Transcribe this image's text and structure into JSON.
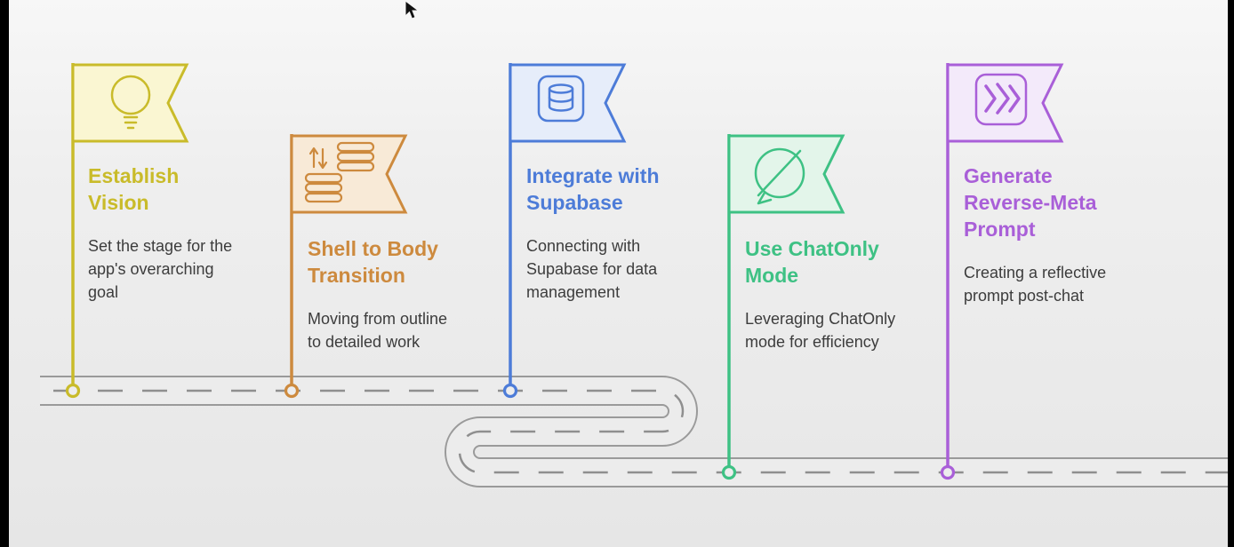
{
  "page": {
    "type": "roadmap-infographic",
    "background": "#ededed"
  },
  "milestones": [
    {
      "title": "Establish\nVision",
      "description": "Set the stage for the\napp's overarching\ngoal",
      "color": "#c9bb2a",
      "flag_fill": "#faf6d2",
      "icon": "lightbulb-icon"
    },
    {
      "title": "Shell to Body\nTransition",
      "description": "Moving from outline\nto detailed work",
      "color": "#cd8a3e",
      "flag_fill": "#f8ead7",
      "icon": "data-transfer-icon"
    },
    {
      "title": "Integrate with\nSupabase",
      "description": "Connecting with\nSupabase for data\nmanagement",
      "color": "#4d7cd8",
      "flag_fill": "#e6edfa",
      "icon": "database-icon"
    },
    {
      "title": "Use ChatOnly\nMode",
      "description": "Leveraging ChatOnly\nmode for efficiency",
      "color": "#3ec184",
      "flag_fill": "#e3f5ea",
      "icon": "chat-disabled-icon"
    },
    {
      "title": "Generate\nReverse-Meta\nPrompt",
      "description": "Creating a reflective\nprompt post-chat",
      "color": "#a95fd8",
      "flag_fill": "#f3eafa",
      "icon": "layered-panels-icon"
    }
  ],
  "road": {
    "shape": "serpentine",
    "casing_color": "#9a9a9a",
    "surface_color": "#ececec",
    "centerline_color": "#8f8f8f"
  },
  "cursor": {
    "color": "#111111"
  }
}
